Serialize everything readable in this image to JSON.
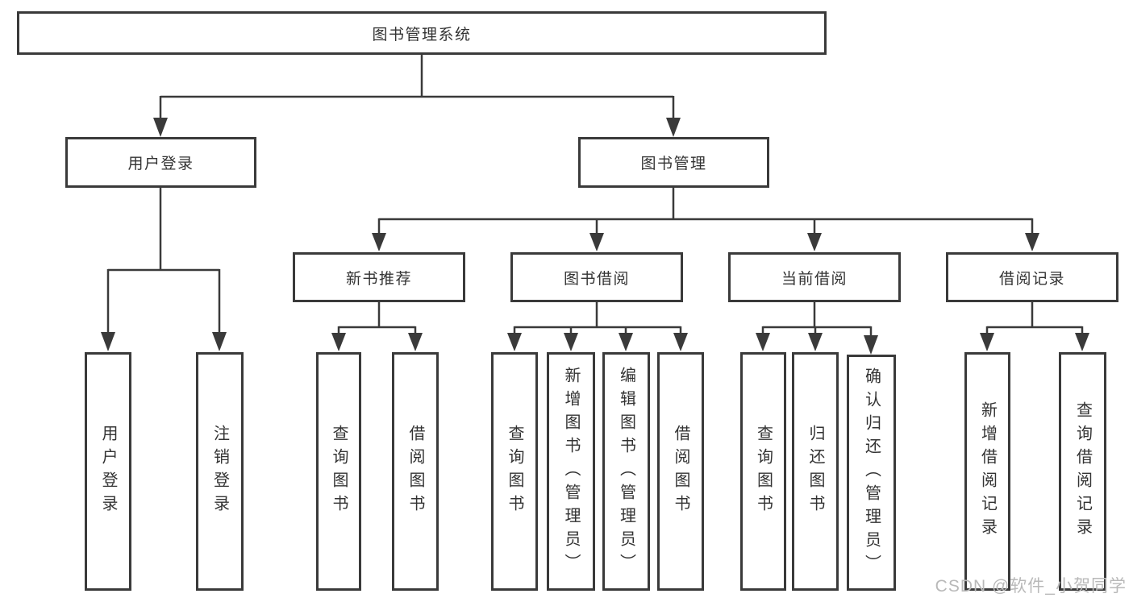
{
  "diagram": {
    "root": {
      "label": "图书管理系统"
    },
    "branches": [
      {
        "label": "用户登录",
        "children": [
          {
            "label": "用户登录"
          },
          {
            "label": "注销登录"
          }
        ]
      },
      {
        "label": "图书管理",
        "sections": [
          {
            "label": "新书推荐",
            "children": [
              {
                "label": "查询图书"
              },
              {
                "label": "借阅图书"
              }
            ]
          },
          {
            "label": "图书借阅",
            "children": [
              {
                "label": "查询图书"
              },
              {
                "label": "新增图书（管理员）"
              },
              {
                "label": "编辑图书（管理员）"
              },
              {
                "label": "借阅图书"
              }
            ]
          },
          {
            "label": "当前借阅",
            "children": [
              {
                "label": "查询图书"
              },
              {
                "label": "归还图书"
              },
              {
                "label": "确认归还（管理员）"
              }
            ]
          },
          {
            "label": "借阅记录",
            "children": [
              {
                "label": "新增借阅记录"
              },
              {
                "label": "查询借阅记录"
              }
            ]
          }
        ]
      }
    ]
  },
  "watermark": {
    "text": "CSDN @软件_小贺同学"
  },
  "colors": {
    "line": "#3a3a3a",
    "text": "#333333",
    "background": "#ffffff",
    "watermark": "#b9b9b9"
  }
}
